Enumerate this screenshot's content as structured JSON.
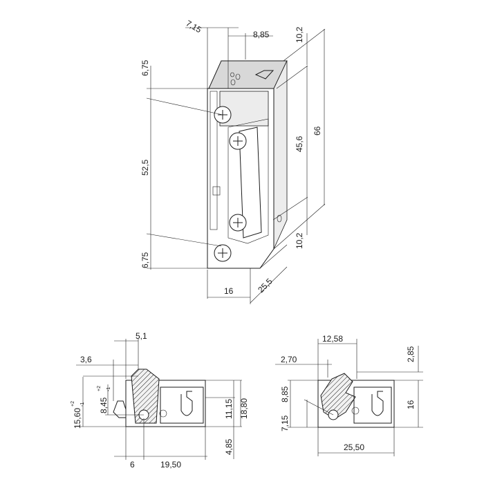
{
  "top_view": {
    "dims": {
      "d_7_15": "7,15",
      "d_8_85": "8,85",
      "d_10_2_top": "10,2",
      "d_6_75_top": "6,75",
      "d_52_5": "52,5",
      "d_45_6": "45,6",
      "d_66": "66",
      "d_10_2_bottom": "10,2",
      "d_6_75_bottom": "6,75",
      "d_16": "16",
      "d_25_5": "25,5"
    }
  },
  "side_view_left": {
    "dims": {
      "d_5_1": "5,1",
      "d_3_6": "3,6",
      "d_15_60": "15,60",
      "d_15_60_tol_plus": "+2",
      "d_15_60_tol_minus": "-1",
      "d_8_45": "8,45",
      "d_8_45_tol_plus": "+2",
      "d_8_45_tol_minus": "-1",
      "d_11_15": "11,15",
      "d_18_80": "18,80",
      "d_4_85": "4,85",
      "d_6": "6",
      "d_19_50": "19,50"
    }
  },
  "side_view_right": {
    "dims": {
      "d_12_58": "12,58",
      "d_2_85": "2,85",
      "d_2_70": "2,70",
      "d_8_85": "8,85",
      "d_16": "16",
      "d_7_15": "7,15",
      "d_25_50": "25,50"
    }
  }
}
